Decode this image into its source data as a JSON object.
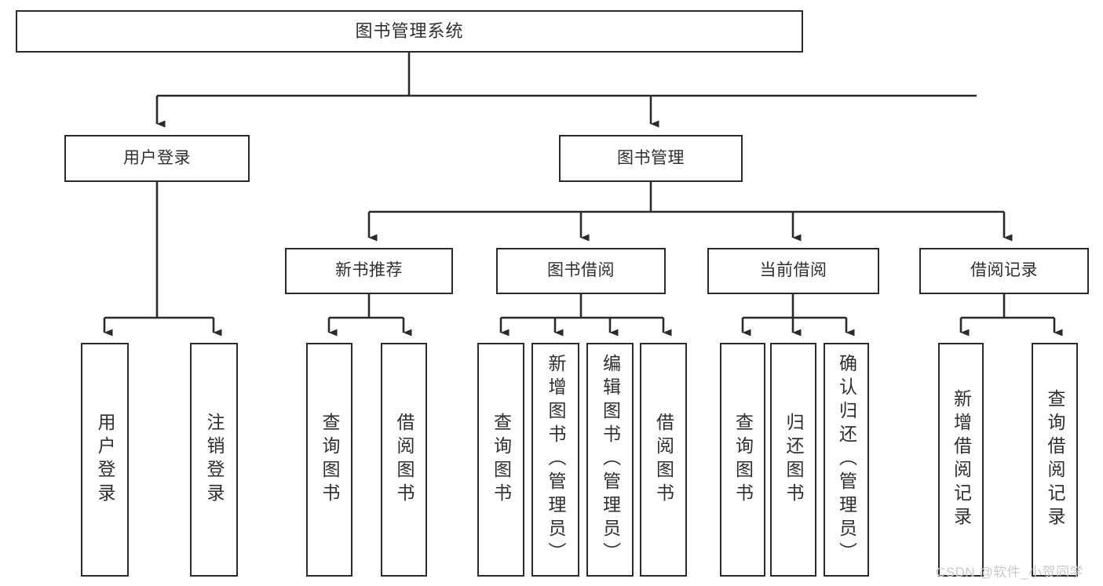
{
  "diagram": {
    "title": "图书管理系统",
    "type": "tree",
    "watermark": "CSDN @软件_小贺同学",
    "colors": {
      "background": "#ffffff",
      "box_border": "#2b2b2b",
      "box_fill": "#ffffff",
      "text": "#2f2f2f",
      "connector": "#2b2b2b",
      "watermark": "#c9c9c9"
    }
  },
  "nodes": {
    "root": {
      "label": "图书管理系统"
    },
    "level2": [
      {
        "label": "用户登录"
      },
      {
        "label": "图书管理"
      }
    ],
    "level3": [
      {
        "label": "新书推荐"
      },
      {
        "label": "图书借阅"
      },
      {
        "label": "当前借阅"
      },
      {
        "label": "借阅记录"
      }
    ],
    "leaves": {
      "user_login": [
        {
          "label": "用户登录"
        },
        {
          "label": "注销登录"
        }
      ],
      "new_book_recommend": [
        {
          "label": "查询图书"
        },
        {
          "label": "借阅图书"
        }
      ],
      "book_borrow": [
        {
          "label": "查询图书"
        },
        {
          "label": "新增图书（管理员）"
        },
        {
          "label": "编辑图书（管理员）"
        },
        {
          "label": "借阅图书"
        }
      ],
      "current_borrow": [
        {
          "label": "查询图书"
        },
        {
          "label": "归还图书"
        },
        {
          "label": "确认归还（管理员）"
        }
      ],
      "borrow_record": [
        {
          "label": "新增借阅记录"
        },
        {
          "label": "查询借阅记录"
        }
      ]
    }
  }
}
